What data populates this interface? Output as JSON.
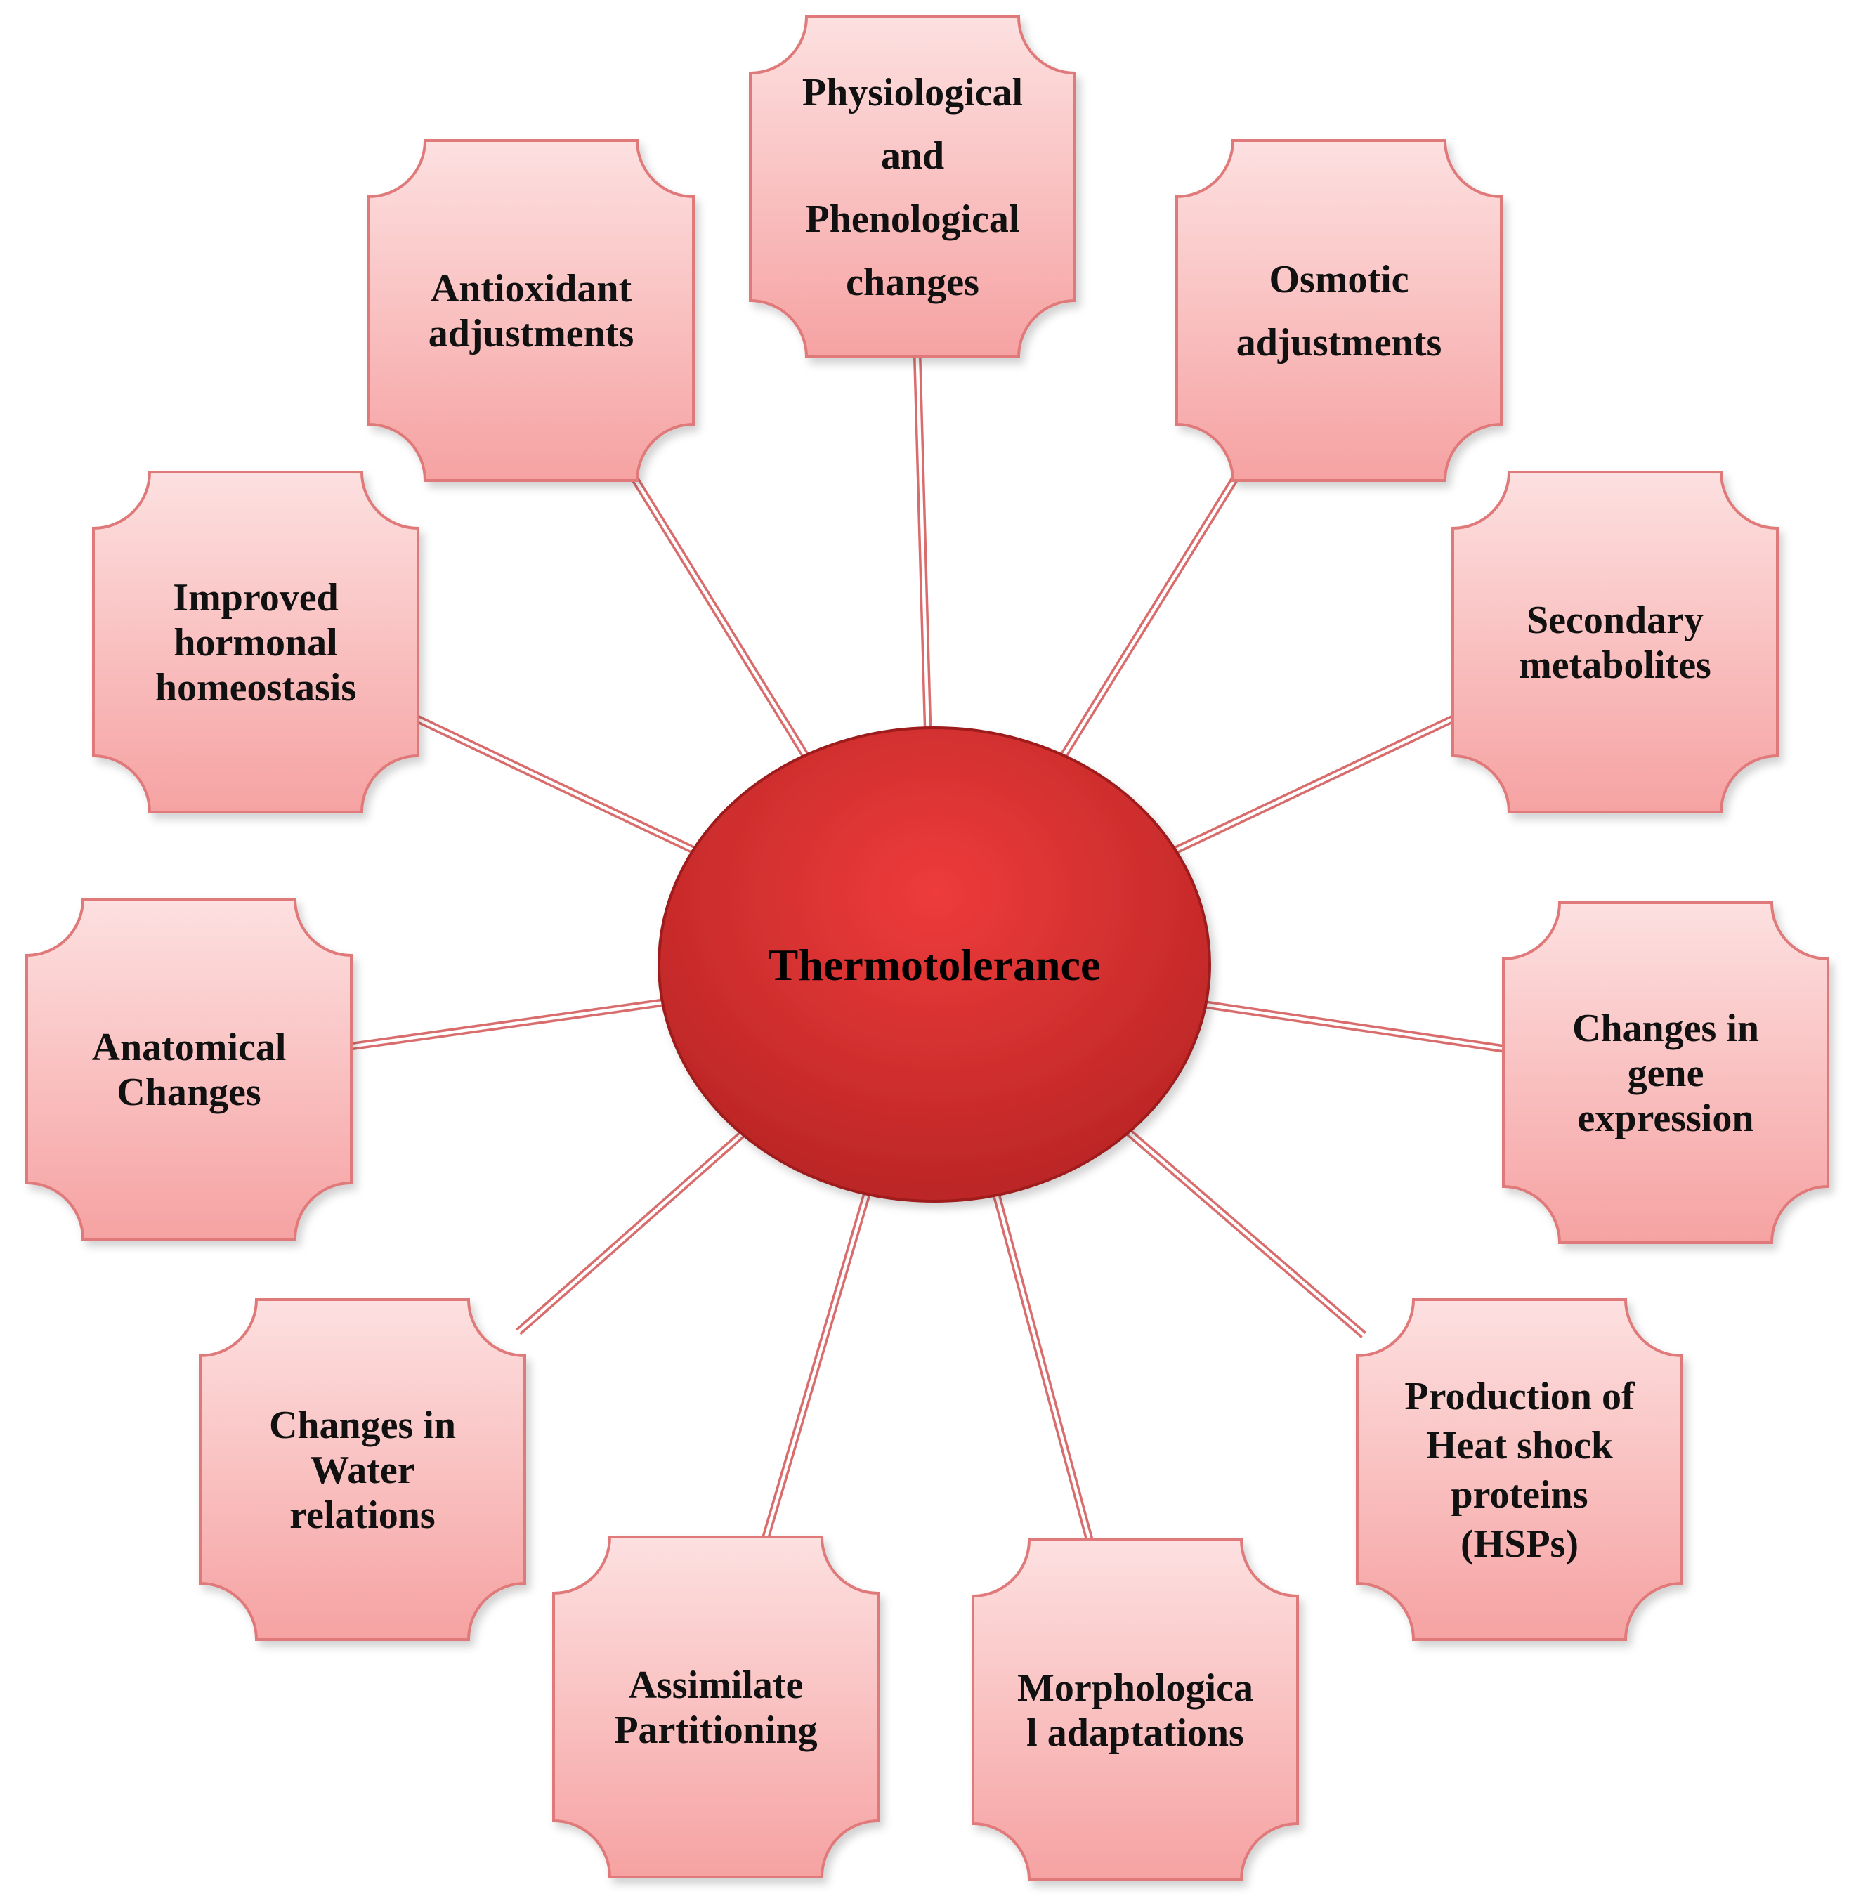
{
  "center": {
    "label": "Thermotolerance"
  },
  "nodes": [
    {
      "id": "physiological-phenological",
      "lines": [
        "Physiological",
        "and",
        "Phenological",
        "changes"
      ]
    },
    {
      "id": "osmotic",
      "lines": [
        "Osmotic",
        "adjustments"
      ]
    },
    {
      "id": "secondary-metabolites",
      "lines": [
        "Secondary",
        "metabolites"
      ]
    },
    {
      "id": "gene-expression",
      "lines": [
        "Changes in",
        "gene",
        "expression"
      ]
    },
    {
      "id": "heat-shock-proteins",
      "lines": [
        "Production of",
        "Heat shock",
        "proteins",
        "(HSPs)"
      ]
    },
    {
      "id": "morphological",
      "lines": [
        "Morphologica",
        "l adaptations"
      ]
    },
    {
      "id": "assimilate-partitioning",
      "lines": [
        "Assimilate",
        "Partitioning"
      ]
    },
    {
      "id": "water-relations",
      "lines": [
        "Changes in",
        "Water",
        "relations"
      ]
    },
    {
      "id": "anatomical",
      "lines": [
        "Anatomical",
        "Changes"
      ]
    },
    {
      "id": "hormonal",
      "lines": [
        "Improved",
        "hormonal",
        "homeostasis"
      ]
    },
    {
      "id": "antioxidant",
      "lines": [
        "Antioxidant",
        "adjustments"
      ]
    }
  ],
  "colors": {
    "box_top": "#fde0e0",
    "box_bottom": "#f6a2a2",
    "box_border": "#e07a7a",
    "connector": "#d96c6c",
    "center_top": "#ee3b3b",
    "center_bottom": "#b72424",
    "center_border": "#9e1c1c"
  }
}
